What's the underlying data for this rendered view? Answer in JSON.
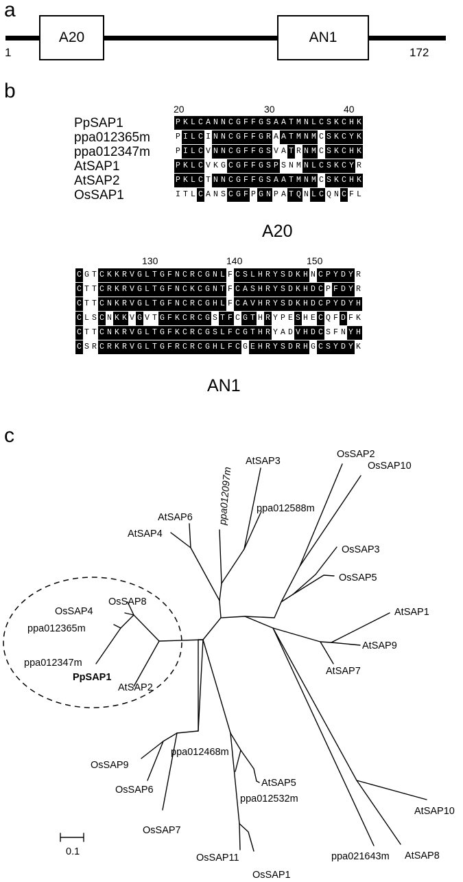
{
  "panels": {
    "a": "a",
    "b": "b",
    "c": "c"
  },
  "domains": {
    "a20": "A20",
    "an1": "AN1",
    "start": "1",
    "end": "172"
  },
  "alignment": {
    "names": [
      "PpSAP1",
      "ppa012365m",
      "ppa012347m",
      "AtSAP1",
      "AtSAP2",
      "OsSAP1"
    ],
    "a20": {
      "title": "A20",
      "ruler": [
        "20",
        "30",
        "40"
      ],
      "rows": [
        {
          "seq": "PKLCANNCGFFGSAATMNLCSKCHK",
          "mask": "1111111111111111111111111"
        },
        {
          "seq": "PILCINNCGFFGRAATMNMCSKCYK",
          "mask": "0111011111111011111011111"
        },
        {
          "seq": "PILCVNNCGFFGSVATRNMCSKCHK",
          "mask": "0111011111111001011011111"
        },
        {
          "seq": "PKLCVKGCGFFGSPSNMNLCSKCYR",
          "mask": "1111000111111100011111110"
        },
        {
          "seq": "PKLCTNNCGFFGSAATMNMCSKCHK",
          "mask": "1111011111111111111011111"
        },
        {
          "seq": "ITLCANSCGFPGNPATQNLCQNCFL",
          "mask": "0001000111011001101100100"
        }
      ]
    },
    "an1": {
      "title": "AN1",
      "ruler": [
        "130",
        "140",
        "150"
      ],
      "rows": [
        {
          "seq": "CGTCKKRVGLTGFNCRCGNLFCSLHRYSDKHNCPYDYR",
          "mask": "10011111111111111111011111111110111110"
        },
        {
          "seq": "CTTCRKRVGLTGFNCKCGNTFCASHRYSDKHDCPFDYR",
          "mask": "10011111111111111111011111111111101110"
        },
        {
          "seq": "CTTCNKRVGLTGFNCRCGHLFCAVHRYSDKHDCPYDYH",
          "mask": "10011111111111111111011111111111111111"
        },
        {
          "seq": "CLSCNKKVGVTGFKCRCGSTFCGTHRYPESHECQFDFK",
          "mask": "10010110100111111101101101000100100100"
        },
        {
          "seq": "CTTCNKRVGLTGFKCRCGSLFCGTHRYADVHDCSFNYH",
          "mask": "10011111111111111111111111000111100011"
        },
        {
          "seq": "CSRCRKRVGLTGFRCRCGHLFCGEHRYSDRHGCSYDYK",
          "mask": "10011111111111111111110111111110111110"
        }
      ]
    }
  },
  "tree": {
    "scale_label": "0.1",
    "leaves": [
      {
        "name": "AtSAP3",
        "italic": false,
        "bold": false
      },
      {
        "name": "ppa012097m",
        "italic": true,
        "bold": false
      },
      {
        "name": "ppa012588m",
        "italic": false,
        "bold": false
      },
      {
        "name": "AtSAP6",
        "italic": false,
        "bold": false
      },
      {
        "name": "AtSAP4",
        "italic": false,
        "bold": false
      },
      {
        "name": "OsSAP2",
        "italic": false,
        "bold": false
      },
      {
        "name": "OsSAP10",
        "italic": false,
        "bold": false
      },
      {
        "name": "OsSAP3",
        "italic": false,
        "bold": false
      },
      {
        "name": "OsSAP5",
        "italic": false,
        "bold": false
      },
      {
        "name": "AtSAP1",
        "italic": false,
        "bold": false
      },
      {
        "name": "AtSAP9",
        "italic": false,
        "bold": false
      },
      {
        "name": "AtSAP7",
        "italic": false,
        "bold": false
      },
      {
        "name": "OsSAP4",
        "italic": false,
        "bold": false
      },
      {
        "name": "OsSAP8",
        "italic": false,
        "bold": false
      },
      {
        "name": "ppa012365m",
        "italic": false,
        "bold": false
      },
      {
        "name": "ppa012347m",
        "italic": false,
        "bold": false
      },
      {
        "name": "PpSAP1",
        "italic": false,
        "bold": true
      },
      {
        "name": "AtSAP2",
        "italic": false,
        "bold": false
      },
      {
        "name": "OsSAP9",
        "italic": false,
        "bold": false
      },
      {
        "name": "OsSAP6",
        "italic": false,
        "bold": false
      },
      {
        "name": "OsSAP7",
        "italic": false,
        "bold": false
      },
      {
        "name": "ppa012468m",
        "italic": false,
        "bold": false
      },
      {
        "name": "AtSAP5",
        "italic": false,
        "bold": false
      },
      {
        "name": "ppa012532m",
        "italic": false,
        "bold": false
      },
      {
        "name": "OsSAP11",
        "italic": false,
        "bold": false
      },
      {
        "name": "OsSAP1",
        "italic": false,
        "bold": false
      },
      {
        "name": "AtSAP10",
        "italic": false,
        "bold": false
      },
      {
        "name": "ppa021643m",
        "italic": false,
        "bold": false
      },
      {
        "name": "AtSAP8",
        "italic": false,
        "bold": false
      }
    ]
  }
}
